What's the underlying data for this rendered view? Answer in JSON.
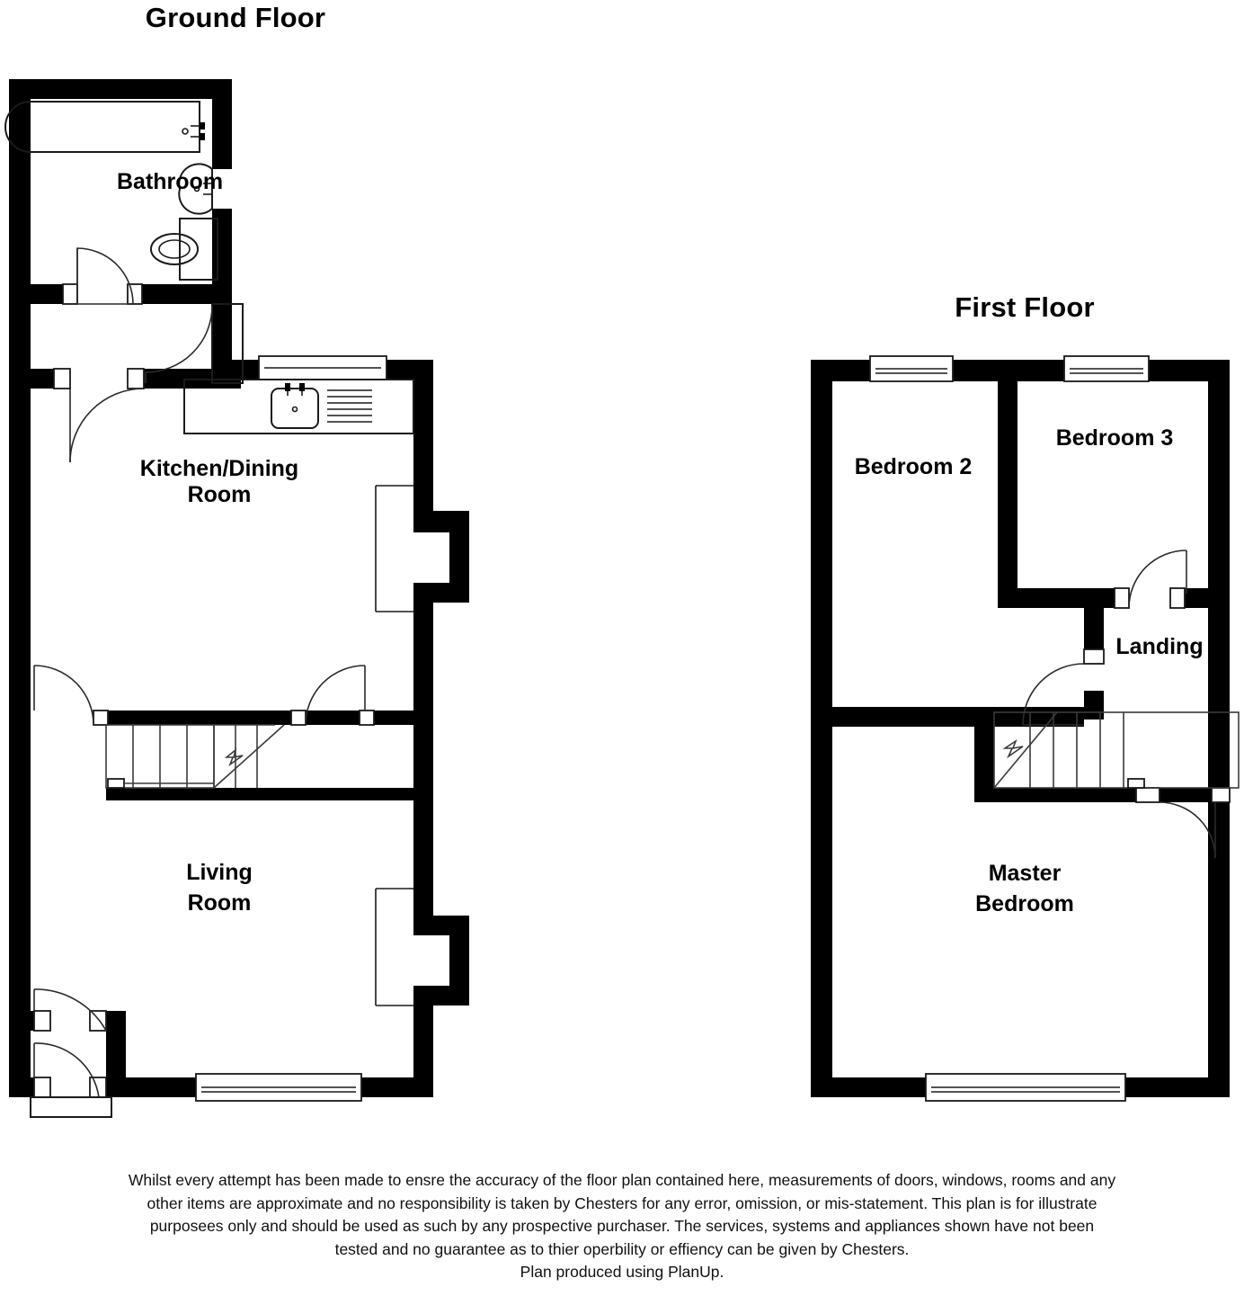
{
  "document": {
    "type": "floor-plan",
    "producer_note": "Plan produced using PlanUp.",
    "agency": "Chesters"
  },
  "floors": [
    {
      "id": "ground",
      "title": "Ground Floor",
      "rooms": [
        {
          "id": "bathroom",
          "label": "Bathroom",
          "fixtures": [
            "bath",
            "basin",
            "toilet"
          ]
        },
        {
          "id": "kitchen-dining",
          "label": "Kitchen/Dining\nRoom",
          "label_line1": "Kitchen/Dining",
          "label_line2": "Room",
          "fixtures": [
            "sink-with-drainer",
            "worktop",
            "window",
            "chimney-breast"
          ]
        },
        {
          "id": "living",
          "label": "Living\nRoom",
          "label_line1": "Living",
          "label_line2": "Room",
          "fixtures": [
            "staircase",
            "window",
            "chimney-breast",
            "entrance-porch"
          ]
        }
      ]
    },
    {
      "id": "first",
      "title": "First Floor",
      "rooms": [
        {
          "id": "bedroom-2",
          "label": "Bedroom 2",
          "fixtures": [
            "window"
          ]
        },
        {
          "id": "bedroom-3",
          "label": "Bedroom 3",
          "fixtures": [
            "window",
            "door"
          ]
        },
        {
          "id": "landing",
          "label": "Landing",
          "fixtures": [
            "staircase",
            "doors"
          ]
        },
        {
          "id": "master-bedroom",
          "label": "Master\nBedroom",
          "label_line1": "Master",
          "label_line2": "Bedroom",
          "fixtures": [
            "window",
            "door",
            "staircase"
          ]
        }
      ]
    }
  ],
  "disclaimer": {
    "line1": "Whilst every attempt has been made to ensre the accuracy of the floor plan contained here, measurements of doors, windows, rooms and any",
    "line2": "other items are approximate and no responsibility is taken by Chesters for any error, omission, or mis-statement. This plan is for illustrate",
    "line3": "purposees only and should be used as such by any prospective purchaser. The services, systems and appliances shown have not been",
    "line4": "tested and no guarantee as to thier operbility or effiency can be given by Chesters.",
    "line5": "Plan produced using PlanUp."
  },
  "colors": {
    "wall": "#000000",
    "background": "#ffffff",
    "fixture_stroke": "#1a1a1a",
    "text": "#000000"
  }
}
